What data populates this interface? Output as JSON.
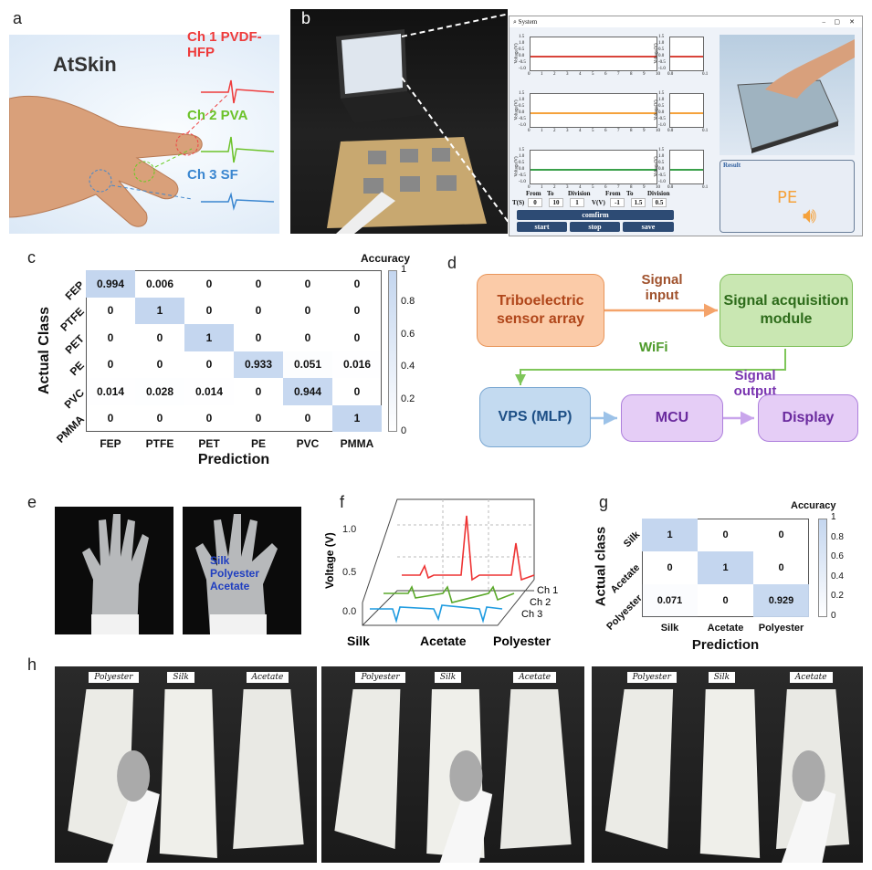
{
  "panels": {
    "a": {
      "label": "a",
      "title": "AtSkin",
      "channels": [
        {
          "name": "Ch 1 PVDF-HFP",
          "color": "#ee3b3b"
        },
        {
          "name": "Ch 2 PVA",
          "color": "#6cc22a"
        },
        {
          "name": "Ch 3 SF",
          "color": "#3a86d0"
        }
      ]
    },
    "b": {
      "label": "b",
      "window": {
        "title": "System",
        "y_ticks": [
          "1.5",
          "1.0",
          "0.5",
          "0.0",
          "-0.5",
          "-1.0"
        ],
        "x_ticks_main": [
          "0",
          "1",
          "2",
          "3",
          "4",
          "5",
          "6",
          "7",
          "8",
          "9",
          "10"
        ],
        "x_ticks_small": [
          "0.0",
          "0.1"
        ],
        "y_axis_label": "Voltage(V)",
        "trace_colors": [
          "#d9443a",
          "#f5a23c",
          "#3aa04a"
        ],
        "headers": [
          "From",
          "To",
          "Division",
          "From",
          "To",
          "Division"
        ],
        "t_label": "T(S)",
        "t_values": [
          "0",
          "10",
          "1"
        ],
        "v_label": "V(V)",
        "v_values": [
          "-1",
          "1.5",
          "0.5"
        ],
        "confirm": "comfirm",
        "start": "start",
        "stop": "stop",
        "save": "save",
        "result_label": "Result",
        "result_value": "PE"
      }
    },
    "c": {
      "label": "c"
    },
    "d": {
      "label": "d",
      "sensor": "Triboelectric sensor array",
      "acq": "Signal acquisition module",
      "signal_input": "Signal input",
      "wifi": "WiFi",
      "vps": "VPS (MLP)",
      "mcu": "MCU",
      "signal_output": "Signal output",
      "display": "Display"
    },
    "e": {
      "label": "e",
      "glove_labels": [
        "Silk",
        "Polyester",
        "Acetate"
      ]
    },
    "f": {
      "label": "f"
    },
    "g": {
      "label": "g"
    },
    "h": {
      "label": "h",
      "tags": [
        "Polyester",
        "Silk",
        "Acetate"
      ]
    }
  },
  "chart_data": [
    {
      "id": "c",
      "type": "heatmap",
      "title": "",
      "xlabel": "Prediction",
      "ylabel": "Actual Class",
      "colorbar_label": "Accuracy",
      "colorbar_ticks": [
        "0",
        "0.2",
        "0.4",
        "0.6",
        "0.8",
        "1"
      ],
      "categories": [
        "FEP",
        "PTFE",
        "PET",
        "PE",
        "PVC",
        "PMMA"
      ],
      "values": [
        [
          "0.994",
          "0.006",
          "0",
          "0",
          "0",
          "0"
        ],
        [
          "0",
          "1",
          "0",
          "0",
          "0",
          "0"
        ],
        [
          "0",
          "0",
          "1",
          "0",
          "0",
          "0"
        ],
        [
          "0",
          "0",
          "0",
          "0.933",
          "0.051",
          "0.016"
        ],
        [
          "0.014",
          "0.028",
          "0.014",
          "0",
          "0.944",
          "0"
        ],
        [
          "0",
          "0",
          "0",
          "0",
          "0",
          "1"
        ]
      ]
    },
    {
      "id": "f",
      "type": "line",
      "ylabel": "Voltage (V)",
      "y_ticks": [
        "0.0",
        "0.5",
        "1.0"
      ],
      "categories": [
        "Silk",
        "Acetate",
        "Polyester"
      ],
      "series": [
        {
          "name": "Ch 1",
          "color": "#e33"
        },
        {
          "name": "Ch 2",
          "color": "#5aa82a"
        },
        {
          "name": "Ch 3",
          "color": "#1e9be0"
        }
      ]
    },
    {
      "id": "g",
      "type": "heatmap",
      "xlabel": "Prediction",
      "ylabel": "Actual class",
      "colorbar_label": "Accuracy",
      "colorbar_ticks": [
        "0",
        "0.2",
        "0.4",
        "0.6",
        "0.8",
        "1"
      ],
      "categories": [
        "Silk",
        "Acetate",
        "Polyester"
      ],
      "values": [
        [
          "1",
          "0",
          "0"
        ],
        [
          "0",
          "1",
          "0"
        ],
        [
          "0.071",
          "0",
          "0.929"
        ]
      ]
    }
  ]
}
